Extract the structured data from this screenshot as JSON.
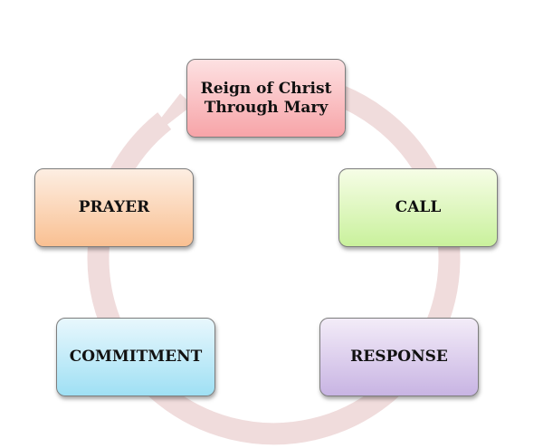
{
  "diagram": {
    "type": "cycle",
    "ring_color": "#f0dcdc",
    "nodes": [
      {
        "id": "reign",
        "label": "Reign of Christ Through Mary",
        "color": "#f7a4a8"
      },
      {
        "id": "call",
        "label": "CALL",
        "color": "#c9f19c"
      },
      {
        "id": "response",
        "label": "RESPONSE",
        "color": "#c8b4e3"
      },
      {
        "id": "commitment",
        "label": "COMMITMENT",
        "color": "#9fe0f4"
      },
      {
        "id": "prayer",
        "label": "PRAYER",
        "color": "#f9c092"
      }
    ],
    "flow": [
      "reign",
      "call",
      "response",
      "commitment",
      "prayer",
      "reign"
    ]
  }
}
